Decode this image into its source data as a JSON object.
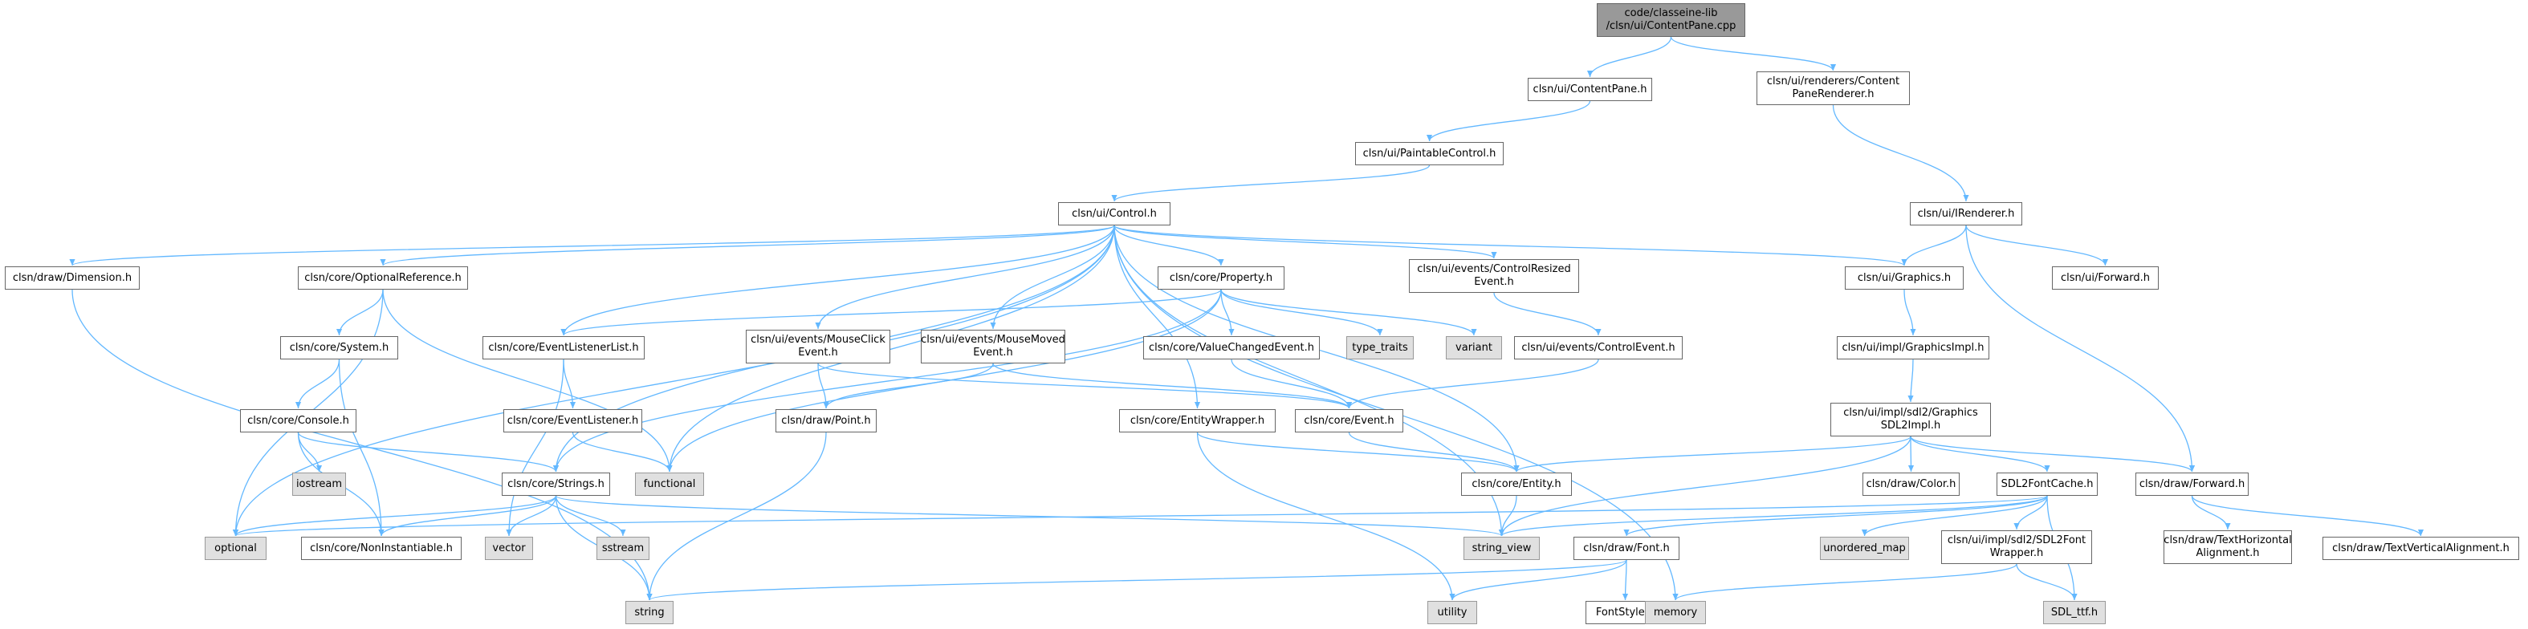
{
  "colors": {
    "edge": "#63b8ff",
    "node_border": "#666666",
    "sys_fill": "#e0e0e0",
    "root_fill": "#999999"
  },
  "nodes": [
    {
      "id": "root",
      "label": "code/classeine-lib\n/clsn/ui/ContentPane.cpp",
      "kind": "root"
    },
    {
      "id": "contentpane_h",
      "label": "clsn/ui/ContentPane.h",
      "kind": "file"
    },
    {
      "id": "contentpanerenderer_h",
      "label": "clsn/ui/renderers/Content\nPaneRenderer.h",
      "kind": "file"
    },
    {
      "id": "paintablecontrol_h",
      "label": "clsn/ui/PaintableControl.h",
      "kind": "file"
    },
    {
      "id": "control_h",
      "label": "clsn/ui/Control.h",
      "kind": "file"
    },
    {
      "id": "irenderer_h",
      "label": "clsn/ui/IRenderer.h",
      "kind": "file"
    },
    {
      "id": "dimension_h",
      "label": "clsn/draw/Dimension.h",
      "kind": "file"
    },
    {
      "id": "optionalreference_h",
      "label": "clsn/core/OptionalReference.h",
      "kind": "file"
    },
    {
      "id": "property_h",
      "label": "clsn/core/Property.h",
      "kind": "file"
    },
    {
      "id": "controlresizedevent_h",
      "label": "clsn/ui/events/ControlResized\nEvent.h",
      "kind": "file"
    },
    {
      "id": "graphics_h",
      "label": "clsn/ui/Graphics.h",
      "kind": "file"
    },
    {
      "id": "ui_forward_h",
      "label": "clsn/ui/Forward.h",
      "kind": "file"
    },
    {
      "id": "system_h",
      "label": "clsn/core/System.h",
      "kind": "file"
    },
    {
      "id": "eventlistenerlist_h",
      "label": "clsn/core/EventListenerList.h",
      "kind": "file"
    },
    {
      "id": "mouseclickevent_h",
      "label": "clsn/ui/events/MouseClick\nEvent.h",
      "kind": "file"
    },
    {
      "id": "mousemovedevent_h",
      "label": "clsn/ui/events/MouseMoved\nEvent.h",
      "kind": "file"
    },
    {
      "id": "valuechangedevent_h",
      "label": "clsn/core/ValueChangedEvent.h",
      "kind": "file"
    },
    {
      "id": "type_traits",
      "label": "type_traits",
      "kind": "sys"
    },
    {
      "id": "variant",
      "label": "variant",
      "kind": "sys"
    },
    {
      "id": "controlevent_h",
      "label": "clsn/ui/events/ControlEvent.h",
      "kind": "file"
    },
    {
      "id": "graphicsimpl_h",
      "label": "clsn/ui/impl/GraphicsImpl.h",
      "kind": "file"
    },
    {
      "id": "console_h",
      "label": "clsn/core/Console.h",
      "kind": "file"
    },
    {
      "id": "eventlistener_h",
      "label": "clsn/core/EventListener.h",
      "kind": "file"
    },
    {
      "id": "point_h",
      "label": "clsn/draw/Point.h",
      "kind": "file"
    },
    {
      "id": "entitywrapper_h",
      "label": "clsn/core/EntityWrapper.h",
      "kind": "file"
    },
    {
      "id": "event_h",
      "label": "clsn/core/Event.h",
      "kind": "file"
    },
    {
      "id": "graphicssdl2impl_h",
      "label": "clsn/ui/impl/sdl2/Graphics\nSDL2Impl.h",
      "kind": "file"
    },
    {
      "id": "iostream",
      "label": "iostream",
      "kind": "sys"
    },
    {
      "id": "strings_h",
      "label": "clsn/core/Strings.h",
      "kind": "file"
    },
    {
      "id": "functional",
      "label": "functional",
      "kind": "sys"
    },
    {
      "id": "entity_h",
      "label": "clsn/core/Entity.h",
      "kind": "file"
    },
    {
      "id": "color_h",
      "label": "clsn/draw/Color.h",
      "kind": "file"
    },
    {
      "id": "sdl2fontcache_h",
      "label": "SDL2FontCache.h",
      "kind": "file"
    },
    {
      "id": "draw_forward_h",
      "label": "clsn/draw/Forward.h",
      "kind": "file"
    },
    {
      "id": "optional",
      "label": "optional",
      "kind": "sys"
    },
    {
      "id": "noninstantiable_h",
      "label": "clsn/core/NonInstantiable.h",
      "kind": "file"
    },
    {
      "id": "vector",
      "label": "vector",
      "kind": "sys"
    },
    {
      "id": "sstream",
      "label": "sstream",
      "kind": "sys"
    },
    {
      "id": "string_view",
      "label": "string_view",
      "kind": "sys"
    },
    {
      "id": "unordered_map",
      "label": "unordered_map",
      "kind": "sys"
    },
    {
      "id": "sdl2fontwrapper_h",
      "label": "clsn/ui/impl/sdl2/SDL2Font\nWrapper.h",
      "kind": "file"
    },
    {
      "id": "texthorizontalalignment_h",
      "label": "clsn/draw/TextHorizontal\nAlignment.h",
      "kind": "file"
    },
    {
      "id": "textverticalalignment_h",
      "label": "clsn/draw/TextVerticalAlignment.h",
      "kind": "file"
    },
    {
      "id": "font_h",
      "label": "clsn/draw/Font.h",
      "kind": "file"
    },
    {
      "id": "string",
      "label": "string",
      "kind": "sys"
    },
    {
      "id": "utility",
      "label": "utility",
      "kind": "sys"
    },
    {
      "id": "fontstyle_h",
      "label": "FontStyle.h",
      "kind": "file"
    },
    {
      "id": "memory",
      "label": "memory",
      "kind": "sys"
    },
    {
      "id": "sdl_ttf_h",
      "label": "SDL_ttf.h",
      "kind": "sys"
    }
  ],
  "edges": [
    [
      "root",
      "contentpane_h"
    ],
    [
      "root",
      "contentpanerenderer_h"
    ],
    [
      "contentpane_h",
      "paintablecontrol_h"
    ],
    [
      "contentpanerenderer_h",
      "irenderer_h"
    ],
    [
      "paintablecontrol_h",
      "control_h"
    ],
    [
      "control_h",
      "dimension_h"
    ],
    [
      "control_h",
      "optionalreference_h"
    ],
    [
      "control_h",
      "property_h"
    ],
    [
      "control_h",
      "controlresizedevent_h"
    ],
    [
      "control_h",
      "graphics_h"
    ],
    [
      "control_h",
      "eventlistenerlist_h"
    ],
    [
      "control_h",
      "mouseclickevent_h"
    ],
    [
      "control_h",
      "mousemovedevent_h"
    ],
    [
      "control_h",
      "entitywrapper_h"
    ],
    [
      "control_h",
      "entity_h"
    ],
    [
      "control_h",
      "strings_h"
    ],
    [
      "control_h",
      "functional"
    ],
    [
      "control_h",
      "optional"
    ],
    [
      "control_h",
      "string_view"
    ],
    [
      "control_h",
      "memory"
    ],
    [
      "irenderer_h",
      "graphics_h"
    ],
    [
      "irenderer_h",
      "ui_forward_h"
    ],
    [
      "irenderer_h",
      "draw_forward_h"
    ],
    [
      "dimension_h",
      "string"
    ],
    [
      "optionalreference_h",
      "system_h"
    ],
    [
      "optionalreference_h",
      "optional"
    ],
    [
      "optionalreference_h",
      "functional"
    ],
    [
      "property_h",
      "eventlistenerlist_h"
    ],
    [
      "property_h",
      "valuechangedevent_h"
    ],
    [
      "property_h",
      "type_traits"
    ],
    [
      "property_h",
      "variant"
    ],
    [
      "property_h",
      "strings_h"
    ],
    [
      "property_h",
      "functional"
    ],
    [
      "controlresizedevent_h",
      "controlevent_h"
    ],
    [
      "graphics_h",
      "graphicsimpl_h"
    ],
    [
      "system_h",
      "console_h"
    ],
    [
      "system_h",
      "noninstantiable_h"
    ],
    [
      "eventlistenerlist_h",
      "eventlistener_h"
    ],
    [
      "eventlistenerlist_h",
      "vector"
    ],
    [
      "mouseclickevent_h",
      "point_h"
    ],
    [
      "mouseclickevent_h",
      "event_h"
    ],
    [
      "mousemovedevent_h",
      "point_h"
    ],
    [
      "mousemovedevent_h",
      "event_h"
    ],
    [
      "valuechangedevent_h",
      "event_h"
    ],
    [
      "controlevent_h",
      "event_h"
    ],
    [
      "graphicsimpl_h",
      "graphicssdl2impl_h"
    ],
    [
      "console_h",
      "iostream"
    ],
    [
      "console_h",
      "strings_h"
    ],
    [
      "console_h",
      "noninstantiable_h"
    ],
    [
      "eventlistener_h",
      "functional"
    ],
    [
      "point_h",
      "string"
    ],
    [
      "entitywrapper_h",
      "entity_h"
    ],
    [
      "entitywrapper_h",
      "utility"
    ],
    [
      "event_h",
      "entity_h"
    ],
    [
      "graphicssdl2impl_h",
      "entity_h"
    ],
    [
      "graphicssdl2impl_h",
      "color_h"
    ],
    [
      "graphicssdl2impl_h",
      "sdl2fontcache_h"
    ],
    [
      "graphicssdl2impl_h",
      "draw_forward_h"
    ],
    [
      "graphicssdl2impl_h",
      "string_view"
    ],
    [
      "strings_h",
      "optional"
    ],
    [
      "strings_h",
      "noninstantiable_h"
    ],
    [
      "strings_h",
      "vector"
    ],
    [
      "strings_h",
      "sstream"
    ],
    [
      "strings_h",
      "string"
    ],
    [
      "strings_h",
      "string_view"
    ],
    [
      "entity_h",
      "string_view"
    ],
    [
      "sdl2fontcache_h",
      "string_view"
    ],
    [
      "sdl2fontcache_h",
      "optional"
    ],
    [
      "sdl2fontcache_h",
      "unordered_map"
    ],
    [
      "sdl2fontcache_h",
      "sdl2fontwrapper_h"
    ],
    [
      "sdl2fontcache_h",
      "font_h"
    ],
    [
      "sdl2fontcache_h",
      "sdl_ttf_h"
    ],
    [
      "draw_forward_h",
      "texthorizontalalignment_h"
    ],
    [
      "draw_forward_h",
      "textverticalalignment_h"
    ],
    [
      "sdl2fontwrapper_h",
      "memory"
    ],
    [
      "sdl2fontwrapper_h",
      "sdl_ttf_h"
    ],
    [
      "font_h",
      "string"
    ],
    [
      "font_h",
      "utility"
    ],
    [
      "font_h",
      "fontstyle_h"
    ]
  ]
}
